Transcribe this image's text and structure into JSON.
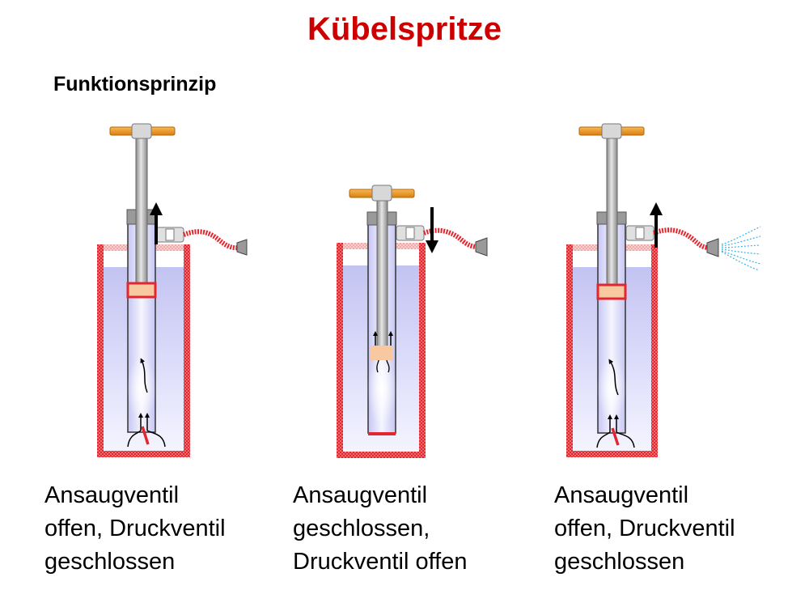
{
  "title": "Kübelspritze",
  "subtitle": "Funktionsprinzip",
  "colors": {
    "title": "#cc0000",
    "container": "#e3262e",
    "handle": "#e8951c",
    "liquid": "#c9c9f5",
    "valve": "#f8c9a0",
    "spray": "#38b4e6"
  },
  "panels": [
    {
      "caption": [
        "Ansaugventil",
        "offen, Druckventil",
        "geschlossen"
      ]
    },
    {
      "caption": [
        "Ansaugventil",
        "geschlossen,",
        "Druckventil offen"
      ]
    },
    {
      "caption": [
        "Ansaugventil",
        "offen, Druckventil",
        "geschlossen"
      ]
    }
  ]
}
